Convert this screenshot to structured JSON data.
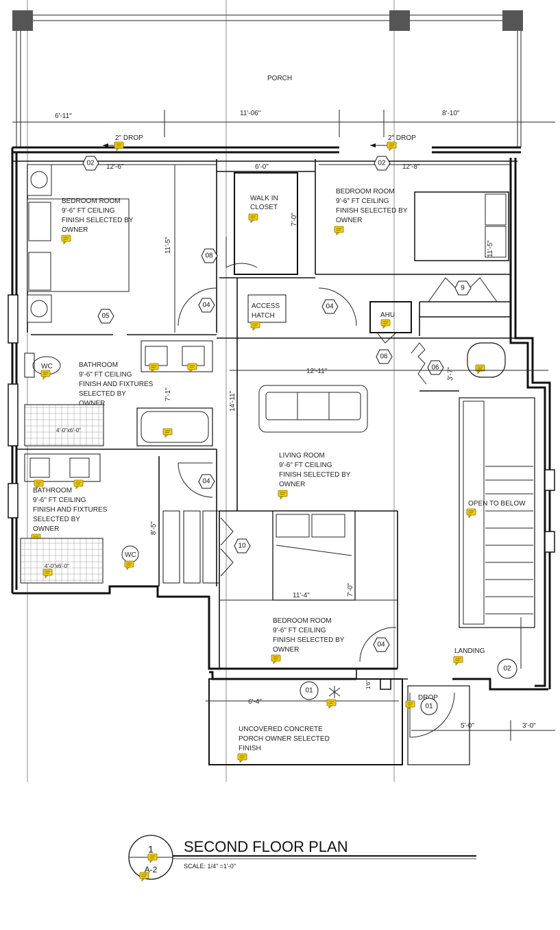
{
  "title": "SECOND FLOOR PLAN",
  "scale": "SCALE: 1/4\" =1'-0\"",
  "callout": {
    "number": "1",
    "sheet": "A-2"
  },
  "rooms": {
    "porch": "PORCH",
    "bedroom_left": [
      "BEDROOM ROOM",
      "9'-6\" FT CEILING",
      "FINISH SELECTED BY",
      "OWNER"
    ],
    "walk_in_closet": [
      "WALK IN",
      "CLOSET"
    ],
    "bedroom_right": [
      "BEDROOM ROOM",
      "9'-6\" FT CEILING",
      "FINISH SELECTED BY",
      "OWNER"
    ],
    "access_hatch": [
      "ACCESS",
      "HATCH"
    ],
    "ahu": "AHU",
    "bathroom_top": [
      "BATHROOM",
      "9'-6\" FT CEILING",
      "FINISH AND FIXTURES",
      "SELECTED BY",
      "OWNER"
    ],
    "bathroom_bottom": [
      "BATHROOM",
      "9'-6\" FT CEILING",
      "FINISH AND FIXTURES",
      "SELECTED BY",
      "OWNER"
    ],
    "living_room": [
      "LIVING ROOM",
      "9'-6\" FT CEILING",
      "FINISH SELECTED BY",
      "OWNER"
    ],
    "open_to_below": "OPEN TO BELOW",
    "bedroom_bottom": [
      "BEDROOM ROOM",
      "9'-6\" FT CEILING",
      "FINISH SELECTED BY",
      "OWNER"
    ],
    "landing": "LANDING",
    "uncovered_porch": [
      "UNCOVERED CONCRETE",
      "PORCH OWNER SELECTED",
      "FINISH"
    ],
    "wc": "WC"
  },
  "drops": {
    "left": "2\" DROP",
    "right": "2\" DROP",
    "bottom": "DROP"
  },
  "dimensions": {
    "d_6_11": "6'-11\"",
    "d_11_06": "11'-06\"",
    "d_8_10": "8'-10\"",
    "d_12_6": "12'-6\"",
    "d_6_0": "6'-0\"",
    "d_12_8": "12'-8\"",
    "d_11_5_left": "11'-5\"",
    "d_7_0": "7'-0\"",
    "d_11_5_right": "11'-5\"",
    "d_12_11": "12'-11\"",
    "d_14_11": "14'-11\"",
    "d_7_1": "7'-1\"",
    "d_3_7": "3'-7\"",
    "d_8_5": "8'-5\"",
    "d_11_4": "11'-4\"",
    "d_7_0b": "7'-0\"",
    "d_6_4": "6'-4\"",
    "d_1_6": "1'6\"",
    "d_5_0": "5'-0\"",
    "d_3_0": "3'-0\"",
    "shower": "4'-0\"x6'-0\""
  },
  "tags": {
    "t02a": "02",
    "t02b": "02",
    "t02c": "02",
    "t08": "08",
    "t04a": "04",
    "t04b": "04",
    "t04c": "04",
    "t04d": "04",
    "t05": "05",
    "t06a": "06",
    "t06b": "06",
    "t09": "9",
    "t10": "10",
    "t01a": "01",
    "t01b": "01"
  },
  "colors": {
    "comment_icon": "#f5d000",
    "line": "#111111"
  }
}
